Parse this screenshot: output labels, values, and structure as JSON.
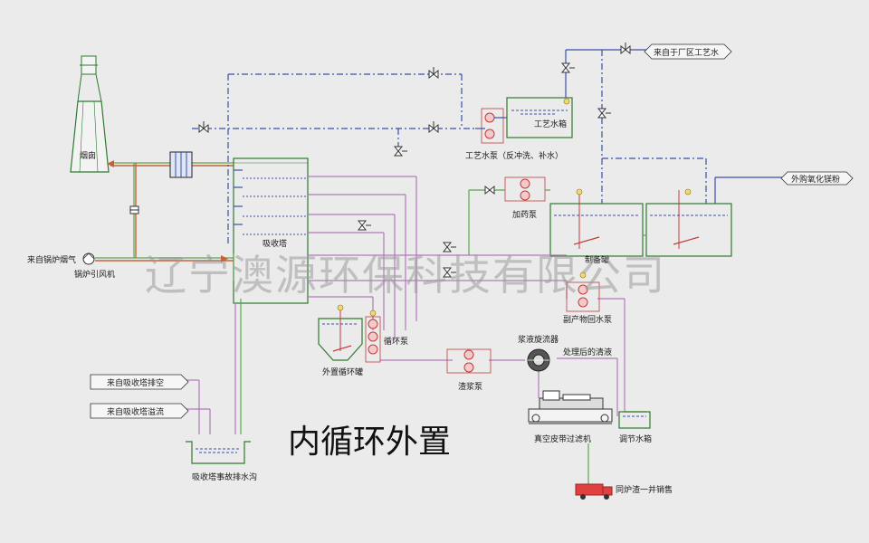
{
  "title": "内循环外置",
  "watermark": "辽宁澳源环保科技有限公司",
  "labels": {
    "chimney": "烟囱",
    "boiler_flue_gas": "来自锅炉烟气",
    "induced_draft_fan": "锅炉引风机",
    "absorber": "吸收塔",
    "process_water_source": "来自于厂区工艺水",
    "process_water_tank": "工艺水箱",
    "process_water_pump": "工艺水泵（反冲洗、补水）",
    "mgo_source": "外购氧化镁粉",
    "dosing_pump": "加药泵",
    "slurry_tank": "制备罐",
    "byproduct_pump": "副产物回水泵",
    "circulation_pump": "循环泵",
    "external_circ_tank": "外置循环罐",
    "slurry_pump": "渣浆泵",
    "hydrocyclone": "浆液旋流器",
    "treated_clear_liquid": "处理后的清液",
    "belt_filter": "真空皮带过滤机",
    "regulating_tank": "调节水箱",
    "absorber_vent": "来自吸收塔排空",
    "absorber_overflow": "来自吸收塔溢流",
    "emergency_trench": "吸收塔事故排水沟",
    "furnace_sale": "同炉渣一并销售"
  },
  "colors": {
    "background": "#ebebeb",
    "flue_line": "#5ba84a",
    "slurry_line": "#b07ab8",
    "water_line": "#3a4fa8",
    "hot_line": "#c9603c",
    "equipment": "#2f7a2f"
  }
}
